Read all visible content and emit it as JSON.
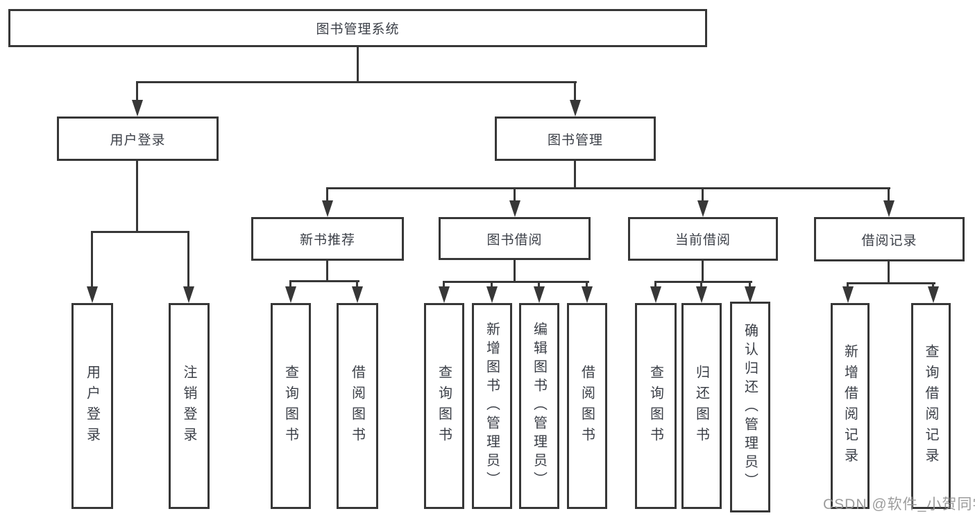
{
  "diagram": {
    "root": {
      "label": "图书管理系统"
    },
    "level2": {
      "user_login": {
        "label": "用户登录"
      },
      "book_management": {
        "label": "图书管理"
      }
    },
    "level3": {
      "new_book_recommend": {
        "label": "新书推荐"
      },
      "book_borrow": {
        "label": "图书借阅"
      },
      "current_borrow": {
        "label": "当前借阅"
      },
      "borrow_records": {
        "label": "借阅记录"
      }
    },
    "leaves": {
      "user_login": [
        "用户登录",
        "注销登录"
      ],
      "new_book_recommend": [
        "查询图书",
        "借阅图书"
      ],
      "book_borrow": [
        "查询图书",
        "新增图书（管理员）",
        "编辑图书（管理员）",
        "借阅图书"
      ],
      "current_borrow": [
        "查询图书",
        "归还图书",
        "确认归还（管理员）"
      ],
      "borrow_records": [
        "新增借阅记录",
        "查询借阅记录"
      ]
    }
  },
  "watermark": {
    "text": "CSDN @软件_小贺同学"
  },
  "colors": {
    "line": "#373737",
    "box_border": "#373737",
    "text": "#3b3f47",
    "watermark": "#949494",
    "background": "#ffffff"
  }
}
